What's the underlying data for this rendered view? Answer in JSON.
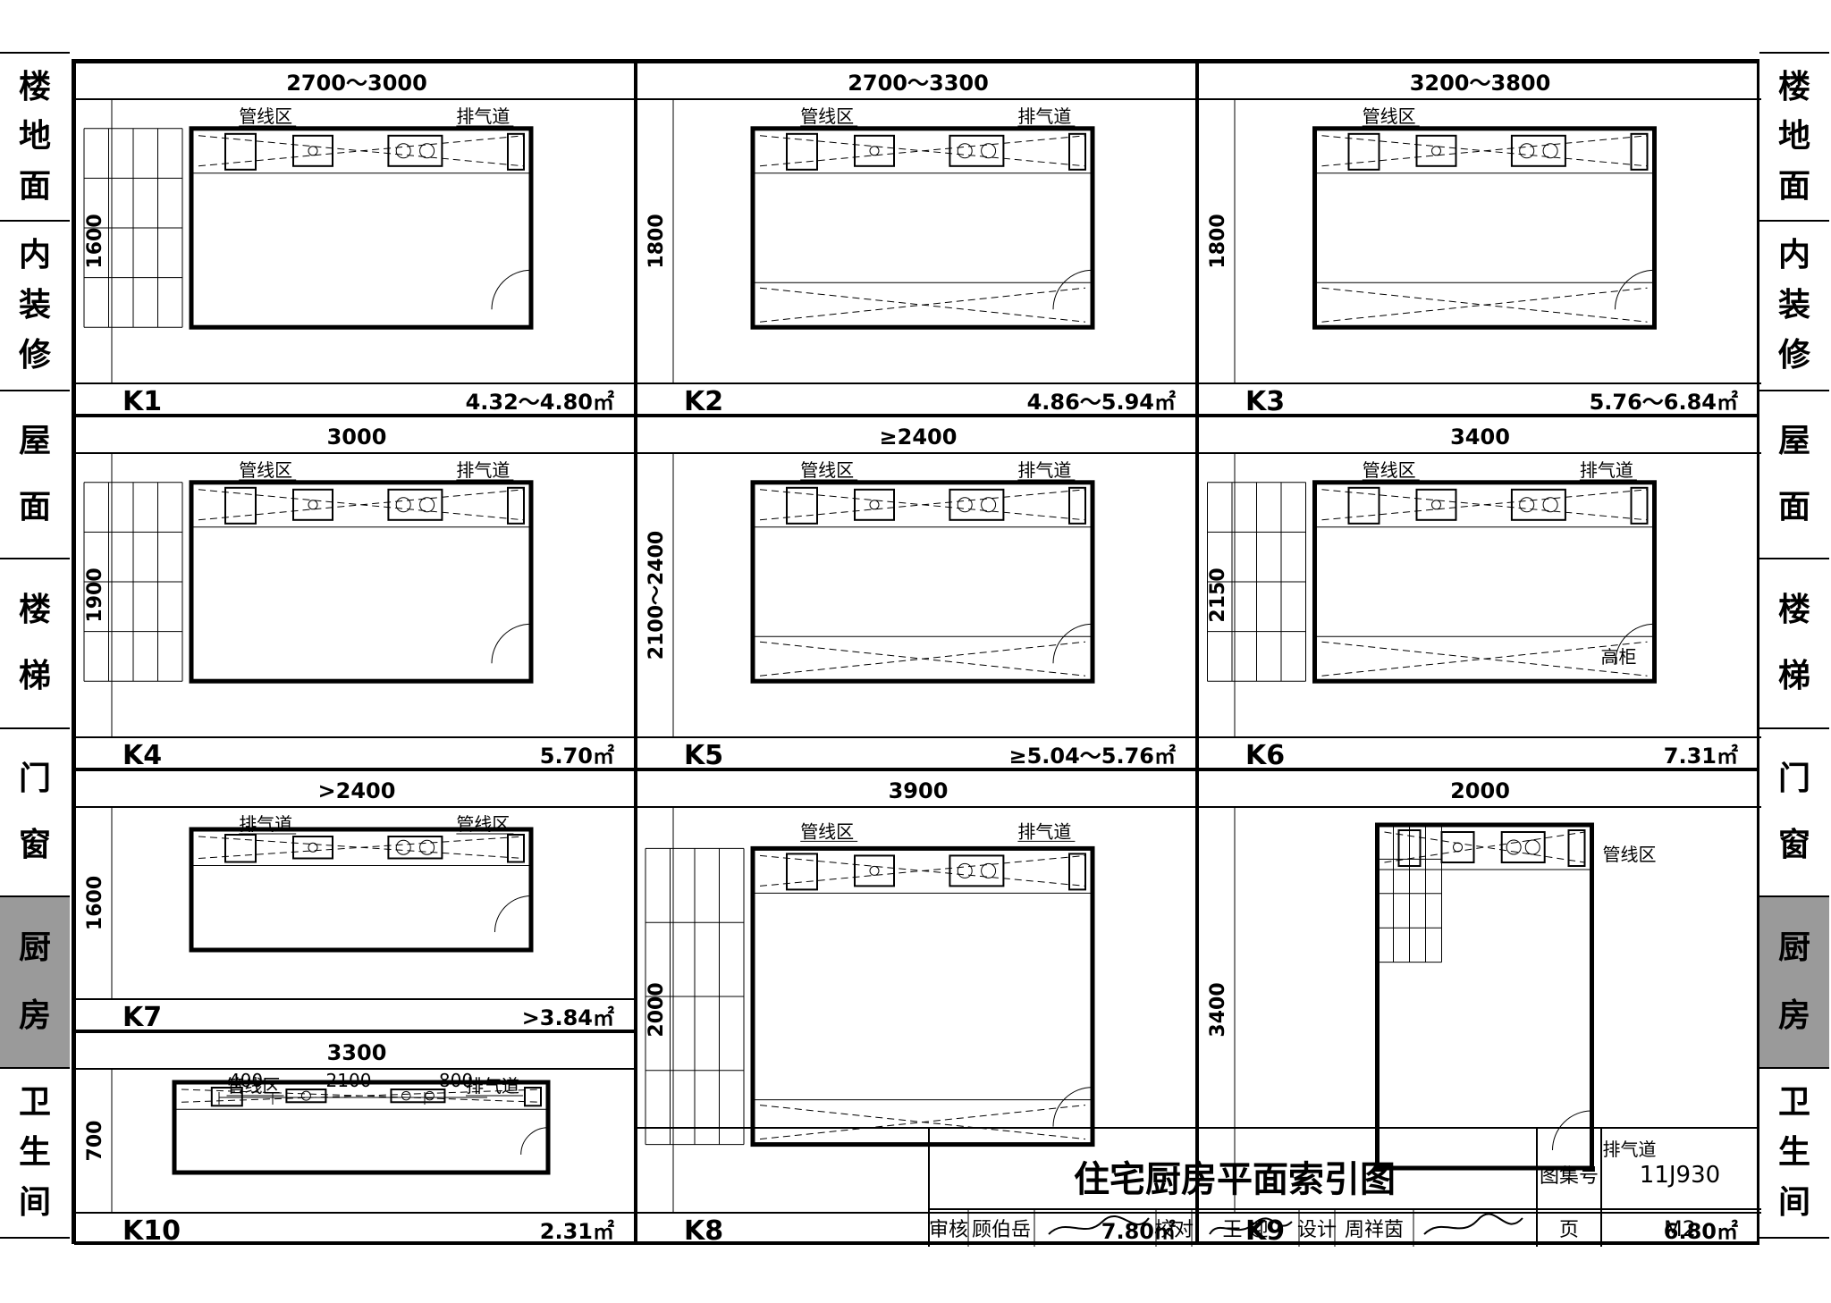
{
  "sidebar": {
    "items": [
      {
        "label": "楼地面",
        "active": false
      },
      {
        "label": "内装修",
        "active": false
      },
      {
        "label": "屋面",
        "active": false
      },
      {
        "label": "楼梯",
        "active": false
      },
      {
        "label": "门窗",
        "active": false
      },
      {
        "label": "厨房",
        "active": true
      },
      {
        "label": "卫生间",
        "active": false
      }
    ]
  },
  "plans": [
    {
      "code": "K1",
      "width": "2700～3000",
      "depth": "1600",
      "area": "4.32～4.80㎡",
      "labels": [
        "管线区",
        "排气道"
      ]
    },
    {
      "code": "K2",
      "width": "2700～3300",
      "depth": "1800",
      "area": "4.86～5.94㎡",
      "labels": [
        "管线区",
        "排气道"
      ]
    },
    {
      "code": "K3",
      "width": "3200～3800",
      "depth": "1800",
      "area": "5.76～6.84㎡",
      "labels": [
        "管线区"
      ]
    },
    {
      "code": "K4",
      "width": "3000",
      "depth": "1900",
      "area": "5.70㎡",
      "labels": [
        "管线区",
        "排气道"
      ]
    },
    {
      "code": "K5",
      "width": "≥2400",
      "depth": "2100～2400",
      "area": "≥5.04～5.76㎡",
      "labels": [
        "管线区",
        "排气道"
      ]
    },
    {
      "code": "K6",
      "width": "3400",
      "depth": "2150",
      "area": "7.31㎡",
      "labels": [
        "管线区",
        "排气道",
        "高柜"
      ]
    },
    {
      "code": "K7",
      "width": ">2400",
      "depth": "1600",
      "area": ">3.84㎡",
      "labels": [
        "排气道",
        "管线区"
      ]
    },
    {
      "code": "K8",
      "width": "3900",
      "depth": "2000",
      "area": "7.80㎡",
      "labels": [
        "管线区",
        "排气道"
      ]
    },
    {
      "code": "K9",
      "width": "2000",
      "depth": "3400",
      "area": "6.80㎡",
      "labels": [
        "管线区",
        "排气道"
      ]
    },
    {
      "code": "K10",
      "width": "3300",
      "depth": "700",
      "area": "2.31㎡",
      "labels": [
        "管线区",
        "排气道"
      ],
      "sub_dims": [
        "400",
        "2100",
        "800"
      ]
    }
  ],
  "title_block": {
    "title": "住宅厨房平面索引图",
    "atlas_label": "图集号",
    "atlas_no": "11J930",
    "page_label": "页",
    "page_no": "M2",
    "review_label": "审核",
    "reviewer": "顾伯岳",
    "check_label": "校对",
    "checker": "王 迎",
    "design_label": "设计",
    "designer": "周祥茵"
  }
}
